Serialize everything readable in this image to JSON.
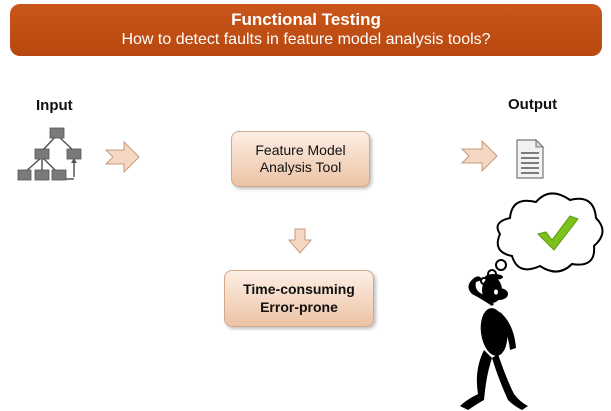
{
  "banner": {
    "title": "Functional Testing",
    "subtitle": "How to detect faults in feature model analysis tools?"
  },
  "input_label": "Input",
  "output_label": "Output",
  "tool_box": {
    "line1": "Feature Model",
    "line2": "Analysis Tool"
  },
  "problem_box": {
    "line1": "Time-consuming",
    "line2": "Error-prone"
  },
  "icons": {
    "input": "feature-model-tree-icon",
    "output": "document-icon",
    "thinker": "thinking-stick-figure",
    "thought": "checkmark-icon"
  },
  "colors": {
    "banner": "#c0501a",
    "box_fill": "#f6d7c1",
    "arrow_fill": "#f3d2bb",
    "check": "#7cc11c"
  }
}
